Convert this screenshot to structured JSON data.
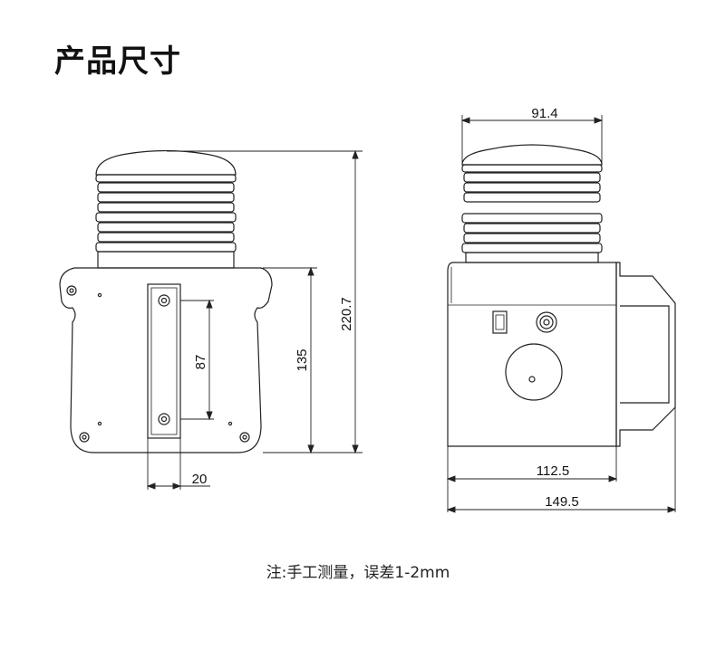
{
  "title": "产品尺寸",
  "note": "注:手工测量，误差1-2mm",
  "dimensions": {
    "front_height_total": "220.7",
    "front_body_height": "135",
    "front_hole_spacing": "87",
    "front_bracket_width": "20",
    "side_lamp_width": "91.4",
    "side_body_width": "112.5",
    "side_total_width": "149.5"
  }
}
